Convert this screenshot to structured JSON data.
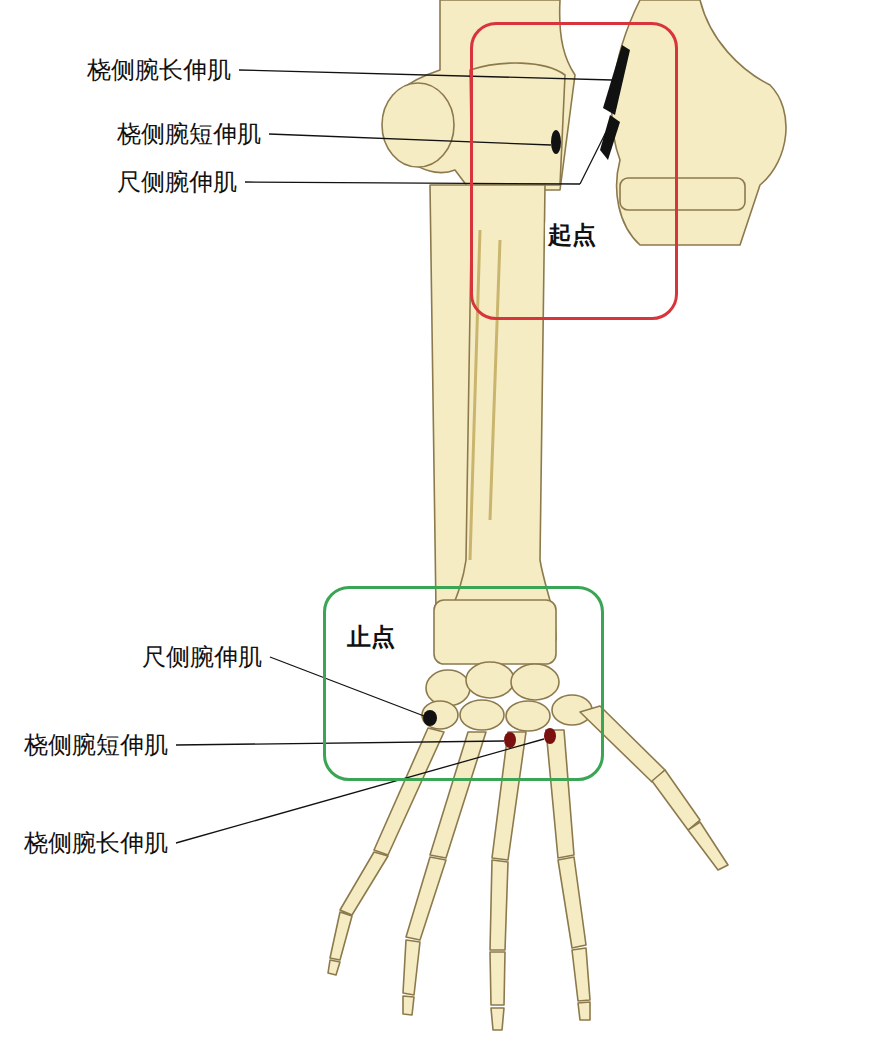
{
  "diagram": {
    "nodes": [
      {
        "text": [
          "起点"
        ]
      },
      {
        "text": [
          "止点"
        ]
      }
    ],
    "labels": [
      "桡侧腕长伸肌",
      "桡侧腕短伸肌",
      "尺侧腕伸肌",
      "尺侧腕伸肌",
      "桡侧腕短伸肌",
      "桡侧腕长伸肌"
    ]
  }
}
